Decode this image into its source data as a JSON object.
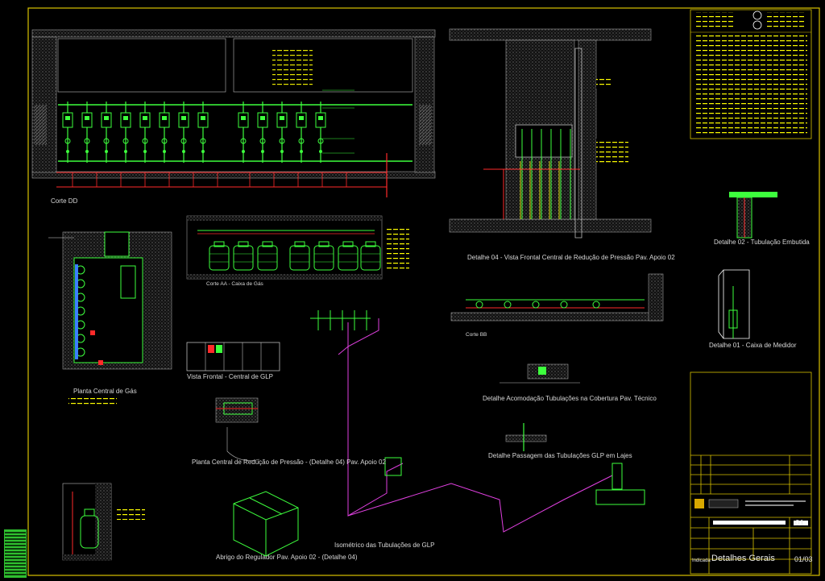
{
  "drawing": {
    "labels": {
      "corte_dd": "Corte DD",
      "detalhe04": "Detalhe 04 - Vista Frontal Central de Redução de Pressão Pav. Apoio 02",
      "detalhe02": "Detalhe 02 - Tubulação Embutida",
      "corte_aa": "Corte AA - Caixa de Gás",
      "corte_bb": "Corte BB",
      "detalhe01": "Detalhe 01 - Caixa de Medidor",
      "planta_central": "Planta Central de Gás",
      "vista_frontal": "Vista Frontal - Central de GLP",
      "detalhe_acomodacao": "Detalhe Acomodação Tubulações na Cobertura Pav. Técnico",
      "planta_reducao": "Planta Central de Redução de Pressão - (Detalhe 04) Pav. Apoio 02",
      "detalhe_passagem": "Detalhe Passagem das Tubulações GLP em Lajes",
      "abrigo_regulador": "Abrigo do Regulador Pav. Apoio 02 - (Detalhe 04)",
      "isometrico": "Isométrico das Tubulações de GLP"
    }
  },
  "title_block": {
    "sheet_number": "01",
    "drawing_title": "Detalhes Gerais",
    "sheet_index": "01/03",
    "scale": "Indicada"
  },
  "colors": {
    "background": "#000000",
    "frame": "#d8c200",
    "pipe_gas": "#3dff3d",
    "pipe_red": "#ff2a2a",
    "pipe_magenta": "#e040e0",
    "notes_yellow": "#ffff00",
    "walls": "#9a9a9a"
  }
}
